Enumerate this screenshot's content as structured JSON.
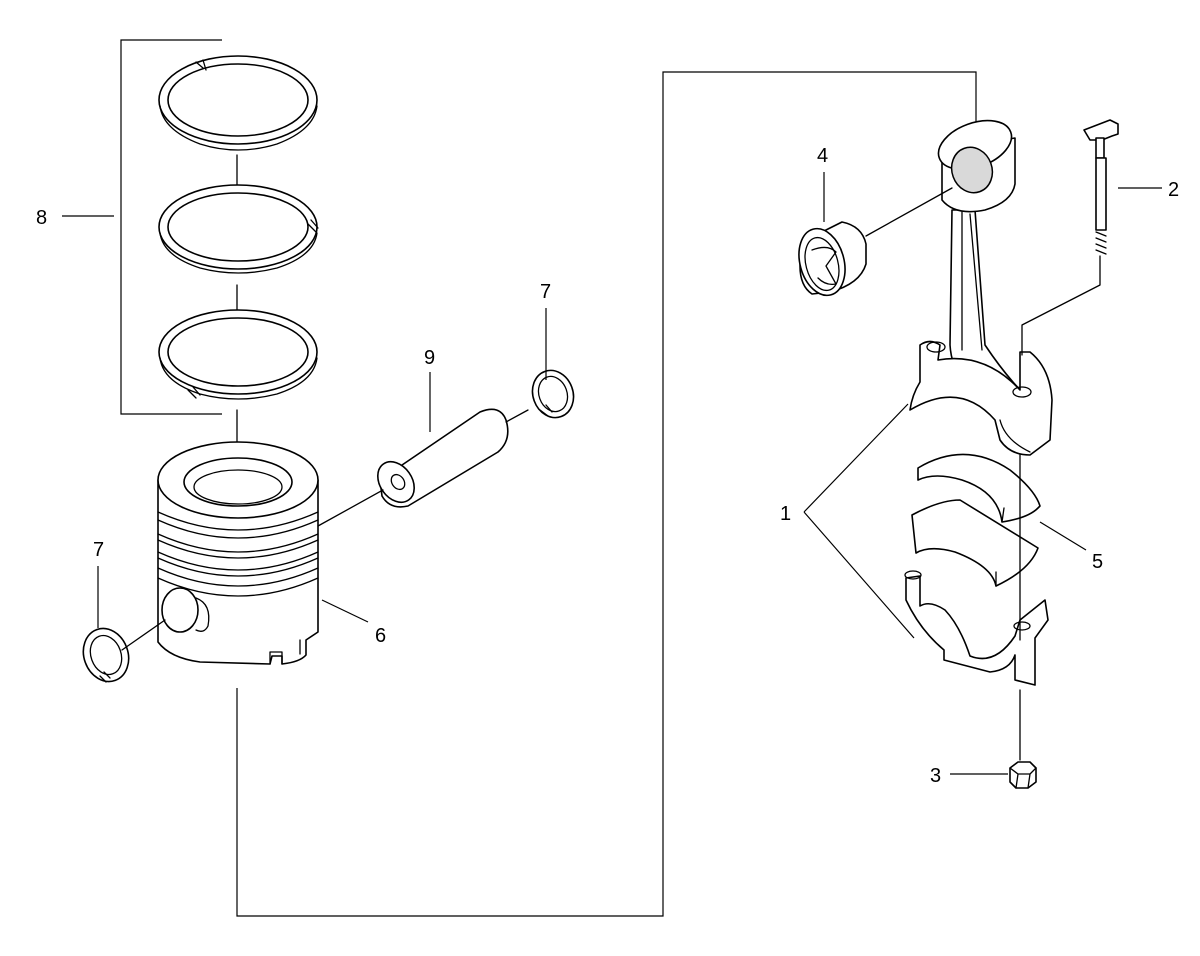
{
  "callouts": {
    "c1": "1",
    "c2": "2",
    "c3": "3",
    "c4": "4",
    "c5": "5",
    "c6": "6",
    "c7_right": "7",
    "c7_left": "7",
    "c8": "8",
    "c9": "9"
  },
  "colors": {
    "line": "#000000",
    "shade": "#d9d9d9",
    "background": "#ffffff"
  }
}
